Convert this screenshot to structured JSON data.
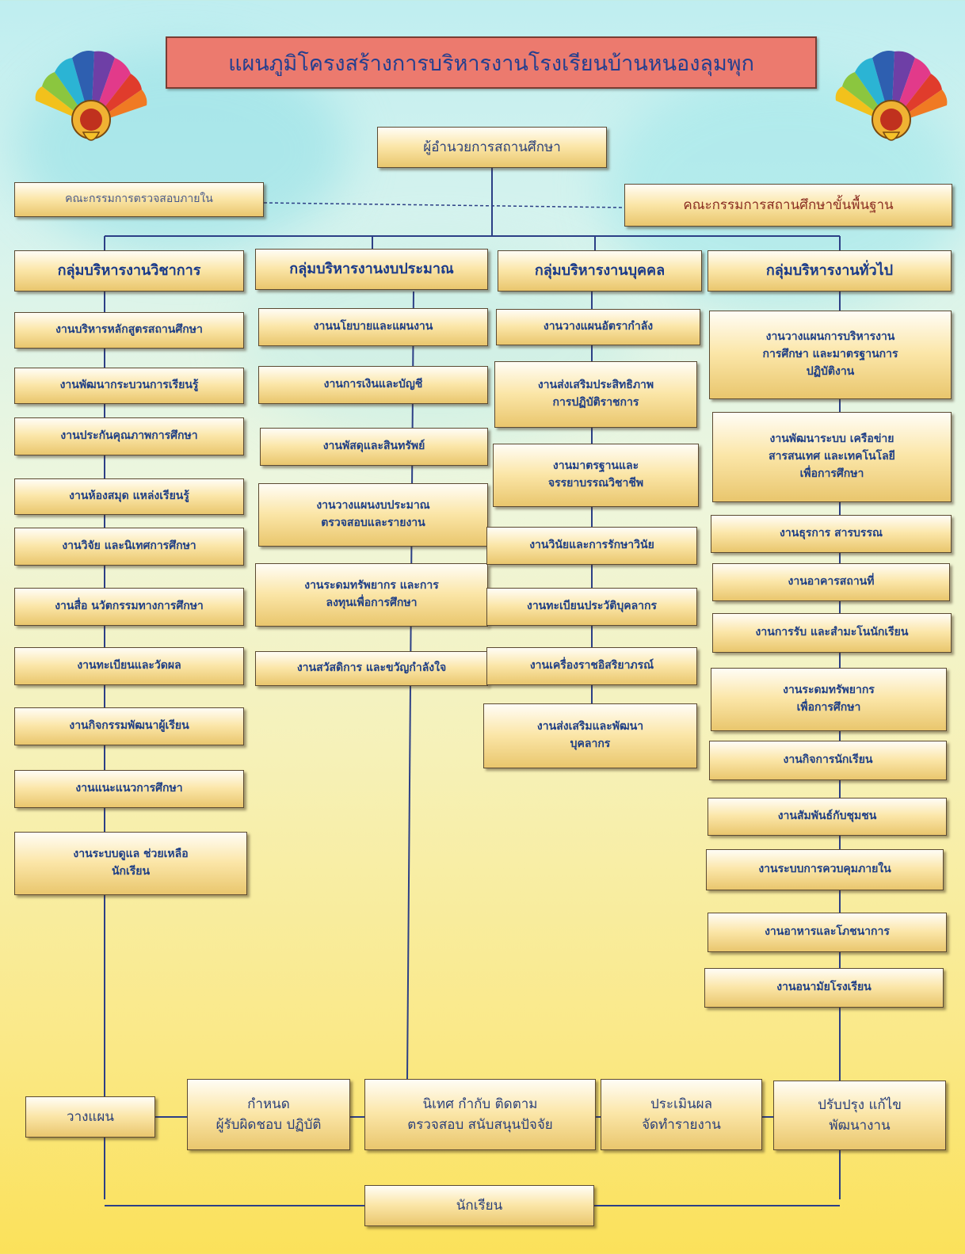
{
  "title": "แผนภูมิโครงสร้างการบริหารงานโรงเรียนบ้านหนองลุมพุก",
  "director": "ผู้อำนวยการสถานศึกษา",
  "internal_audit": "คณะกรรมการตรวจสอบภายใน",
  "basic_board": "คณะกรรมการสถานศึกษาขั้นพื้นฐาน",
  "groups": {
    "academic": {
      "name": "กลุ่มบริหารงานวิชาการ",
      "items": [
        "งานบริหารหลักสูตรสถานศึกษา",
        "งานพัฒนากระบวนการเรียนรู้",
        "งานประกันคุณภาพการศึกษา",
        "งานห้องสมุด  แหล่งเรียนรู้",
        "งานวิจัย และนิเทศการศึกษา",
        "งานสื่อ นวัตกรรมทางการศึกษา",
        "งานทะเบียนและวัดผล",
        "งานกิจกรรมพัฒนาผู้เรียน",
        "งานแนะแนวการศึกษา",
        "งานระบบดูแล ช่วยเหลือ\nนักเรียน"
      ]
    },
    "budget": {
      "name": "กลุ่มบริหารงานงบประมาณ",
      "items": [
        "งานนโยบายและแผนงาน",
        "งานการเงินและบัญชี",
        "งานพัสดุและสินทรัพย์",
        "งานวางแผนงบประมาณ\nตรวจสอบและรายงาน",
        "งานระดมทรัพยากร และการ\nลงทุนเพื่อการศึกษา",
        "งานสวัสดิการ และขวัญกำลังใจ"
      ]
    },
    "personnel": {
      "name": "กลุ่มบริหารงานบุคคล",
      "items": [
        "งานวางแผนอัตรากำลัง",
        "งานส่งเสริมประสิทธิภาพ\nการปฏิบัติราชการ",
        "งานมาตรฐานและ\nจรรยาบรรณวิชาชีพ",
        "งานวินัยและการรักษาวินัย",
        "งานทะเบียนประวัติบุคลากร",
        "งานเครื่องราชอิสริยาภรณ์",
        "งานส่งเสริมและพัฒนา\nบุคลากร"
      ]
    },
    "general": {
      "name": "กลุ่มบริหารงานทั่วไป",
      "items": [
        "งานวางแผนการบริหารงาน\nการศึกษา และมาตรฐานการ\nปฏิบัติงาน",
        "งานพัฒนาระบบ เครือข่าย\nสารสนเทศ และเทคโนโลยี\nเพื่อการศึกษา",
        "งานธุรการ สารบรรณ",
        "งานอาคารสถานที่",
        "งานการรับ และสำมะโนนักเรียน",
        "งานระดมทรัพยากร\nเพื่อการศึกษา",
        "งานกิจการนักเรียน",
        "งานสัมพันธ์กับชุมชน",
        "งานระบบการควบคุมภายใน",
        "งานอาหารและโภชนาการ",
        "งานอนามัยโรงเรียน"
      ]
    }
  },
  "process": [
    "วางแผน",
    "กำหนด\nผู้รับผิดชอบ ปฏิบัติ",
    "นิเทศ กำกับ ติดตาม\nตรวจสอบ สนับสนุนปัจจัย",
    "ประเมินผล\nจัดทำรายงาน",
    "ปรับปรุง แก้ไข\nพัฒนางาน"
  ],
  "students": "นักเรียน"
}
